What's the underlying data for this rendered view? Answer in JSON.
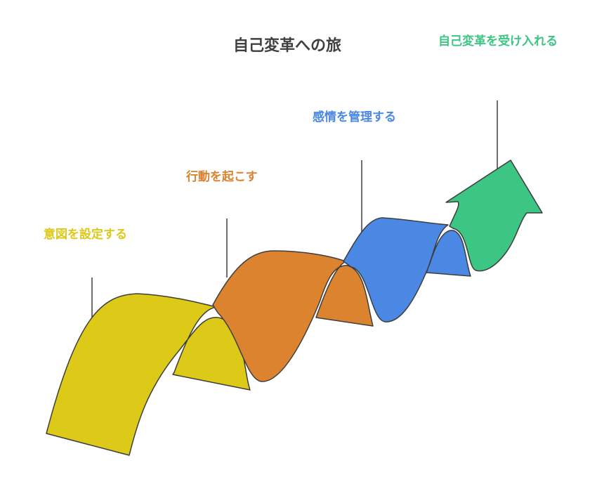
{
  "title": "自己変革への旅",
  "steps": [
    {
      "label": "意図を設定する",
      "color": "#DDC917"
    },
    {
      "label": "行動を起こす",
      "color": "#DC832F"
    },
    {
      "label": "感情を管理する",
      "color": "#4A88E4"
    },
    {
      "label": "自己変革を受け入れる",
      "color": "#3DC583"
    }
  ],
  "colors": {
    "outline": "#3d3d3d",
    "title": "#404040"
  }
}
